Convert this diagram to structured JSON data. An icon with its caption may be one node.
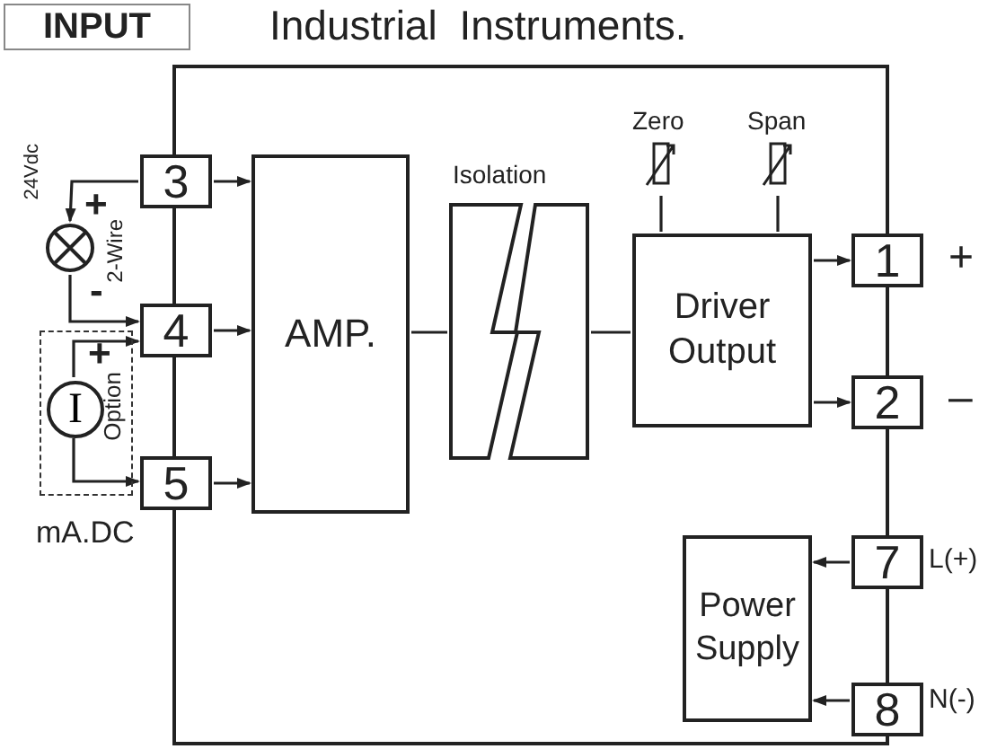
{
  "diagram": {
    "title": "Industrial Instruments.",
    "nodes": [
      {
        "text": [
          "INPUT"
        ]
      },
      {
        "text": [
          "3"
        ]
      },
      {
        "text": [
          "4"
        ]
      },
      {
        "text": [
          "5"
        ]
      },
      {
        "text": [
          "AMP."
        ]
      },
      {
        "text": [
          "Isolation"
        ]
      },
      {
        "text": [
          "Zero"
        ]
      },
      {
        "text": [
          "Span"
        ]
      },
      {
        "text": [
          "Driver Output"
        ]
      },
      {
        "text": [
          "1"
        ],
        "beside": [
          "+"
        ]
      },
      {
        "text": [
          "2"
        ],
        "beside": [
          "–"
        ]
      },
      {
        "text": [
          "Power Supply"
        ]
      },
      {
        "text": [
          "7"
        ],
        "beside": [
          "L(+)"
        ]
      },
      {
        "text": [
          "8"
        ],
        "beside": [
          "N(-)"
        ]
      },
      {
        "text": [],
        "shape": "circle"
      },
      {
        "text": [
          "Option"
        ]
      },
      {
        "text": [
          "I"
        ],
        "in": 15
      }
    ],
    "edges": [
      {
        "from": 1,
        "to": 14,
        "arrow": "to"
      },
      {
        "from": 14,
        "to": 2,
        "arrow": "to"
      },
      {
        "from": 16,
        "to": 2,
        "arrow": "to"
      },
      {
        "from": 16,
        "to": 3,
        "arrow": "to"
      },
      {
        "from": 1,
        "to": 4,
        "arrow": "to"
      },
      {
        "from": 2,
        "to": 4,
        "arrow": "to"
      },
      {
        "from": 3,
        "to": 4,
        "arrow": "to"
      },
      {
        "from": 4,
        "to": 5,
        "arrow": "none"
      },
      {
        "from": 5,
        "to": 8,
        "arrow": "none"
      },
      {
        "from": 6,
        "to": 8,
        "arrow": "none"
      },
      {
        "from": 7,
        "to": 8,
        "arrow": "none"
      },
      {
        "from": 8,
        "to": 9,
        "arrow": "to"
      },
      {
        "from": 8,
        "to": 10,
        "arrow": "to"
      },
      {
        "from": 12,
        "to": 11,
        "arrow": "to"
      },
      {
        "from": 13,
        "to": 11,
        "arrow": "to"
      }
    ],
    "labels": [
      "24Vdc",
      "+",
      "2-Wire",
      "-",
      "+",
      "mA.DC"
    ]
  }
}
